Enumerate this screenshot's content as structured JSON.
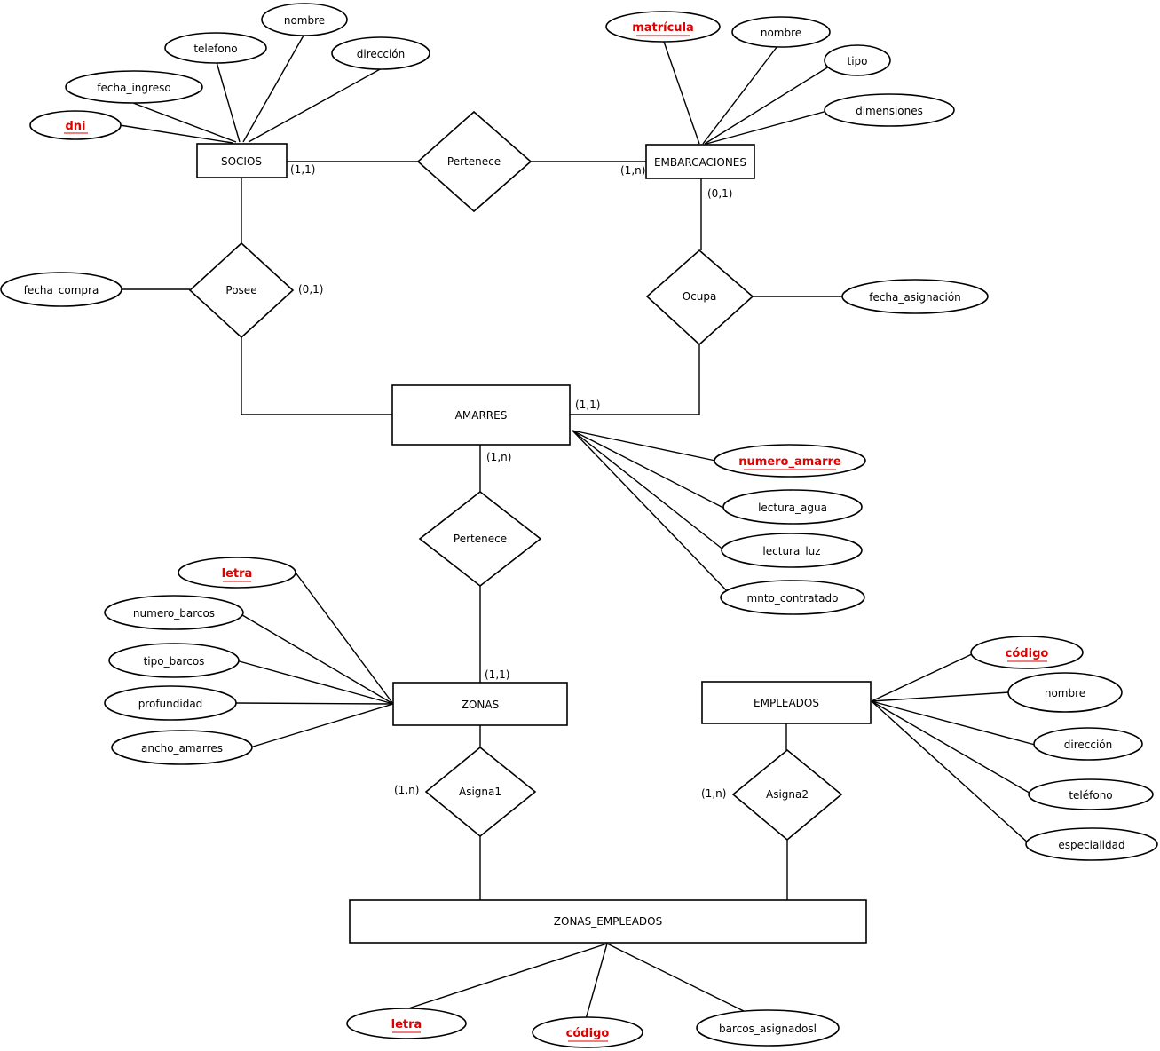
{
  "colors": {
    "key_attribute": "#e00000",
    "stroke": "#000000",
    "background": "#ffffff"
  },
  "entities": {
    "socios": "SOCIOS",
    "embarcaciones": "EMBARCACIONES",
    "amarres": "AMARRES",
    "zonas": "ZONAS",
    "empleados": "EMPLEADOS",
    "zonas_empleados": "ZONAS_EMPLEADOS"
  },
  "relationships": {
    "pertenece_top": "Pertenece",
    "posee": "Posee",
    "ocupa": "Ocupa",
    "pertenece_mid": "Pertenece",
    "asigna1": "Asigna1",
    "asigna2": "Asigna2"
  },
  "attributes": {
    "socios": {
      "dni": "dni",
      "fecha_ingreso": "fecha_ingreso",
      "telefono": "telefono",
      "nombre": "nombre",
      "direccion": "dirección"
    },
    "embarcaciones": {
      "matricula": "matrícula",
      "nombre": "nombre",
      "tipo": "tipo",
      "dimensiones": "dimensiones"
    },
    "posee": {
      "fecha_compra": "fecha_compra"
    },
    "ocupa": {
      "fecha_asignacion": "fecha_asignación"
    },
    "amarres": {
      "numero_amarre": "numero_amarre",
      "lectura_agua": "lectura_agua",
      "lectura_luz": "lectura_luz",
      "mnto_contratado": "mnto_contratado"
    },
    "zonas": {
      "letra": "letra",
      "numero_barcos": "numero_barcos",
      "tipo_barcos": "tipo_barcos",
      "profundidad": "profundidad",
      "ancho_amarres": "ancho_amarres"
    },
    "empleados": {
      "codigo": "código",
      "nombre": "nombre",
      "direccion": "dirección",
      "telefono": "teléfono",
      "especialidad": "especialidad"
    },
    "zonas_empleados": {
      "letra": "letra",
      "codigo": "código",
      "barcos_asignados": "barcos_asignadosl"
    }
  },
  "cardinalities": {
    "socios_pertenece": "(1,1)",
    "embarcaciones_pertenece": "(1,n)",
    "embarcaciones_ocupa": "(0,1)",
    "posee_right": "(0,1)",
    "amarres_right": "(1,1)",
    "amarres_bottom": "(1,n)",
    "zonas_top": "(1,1)",
    "asigna1_left": "(1,n)",
    "asigna2_left": "(1,n)"
  }
}
